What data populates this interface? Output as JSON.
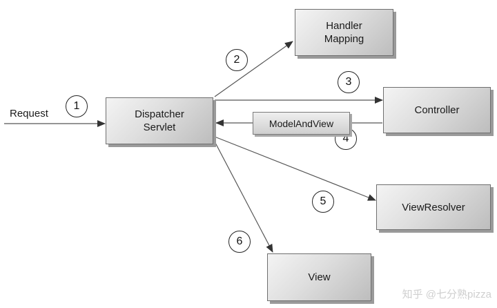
{
  "diagram": {
    "request_label": "Request",
    "nodes": {
      "dispatcher": "Dispatcher\nServlet",
      "handler_mapping": "Handler\nMapping",
      "controller": "Controller",
      "view_resolver": "ViewResolver",
      "view": "View"
    },
    "model_and_view": "ModelAndView",
    "steps": [
      "1",
      "2",
      "3",
      "4",
      "5",
      "6"
    ],
    "colors": {
      "box_light": "#f4f4f4",
      "box_dark": "#bdbdbd",
      "line": "#555555"
    }
  },
  "watermark": "知乎 @七分熟pizza"
}
